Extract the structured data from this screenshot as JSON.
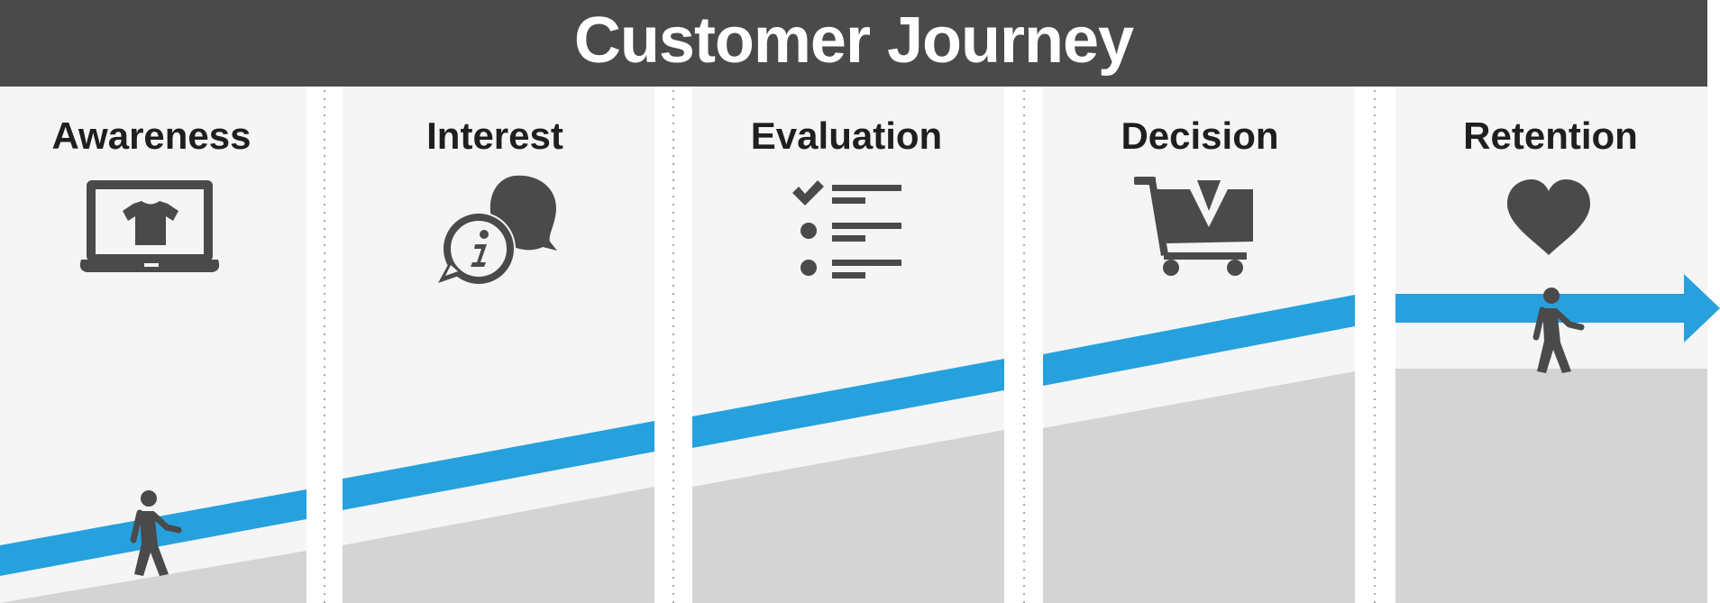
{
  "title": "Customer Journey",
  "colors": {
    "header_bg": "#4a4a4a",
    "panel_bg": "#f5f5f5",
    "ground": "#d4d4d4",
    "path": "#26a1dd",
    "icon": "#4a4a4a"
  },
  "stages": [
    {
      "label": "Awareness",
      "icon": "laptop-tshirt-icon"
    },
    {
      "label": "Interest",
      "icon": "info-chat-bubbles-icon"
    },
    {
      "label": "Evaluation",
      "icon": "checklist-icon"
    },
    {
      "label": "Decision",
      "icon": "shopping-cart-icon"
    },
    {
      "label": "Retention",
      "icon": "heart-icon"
    }
  ]
}
